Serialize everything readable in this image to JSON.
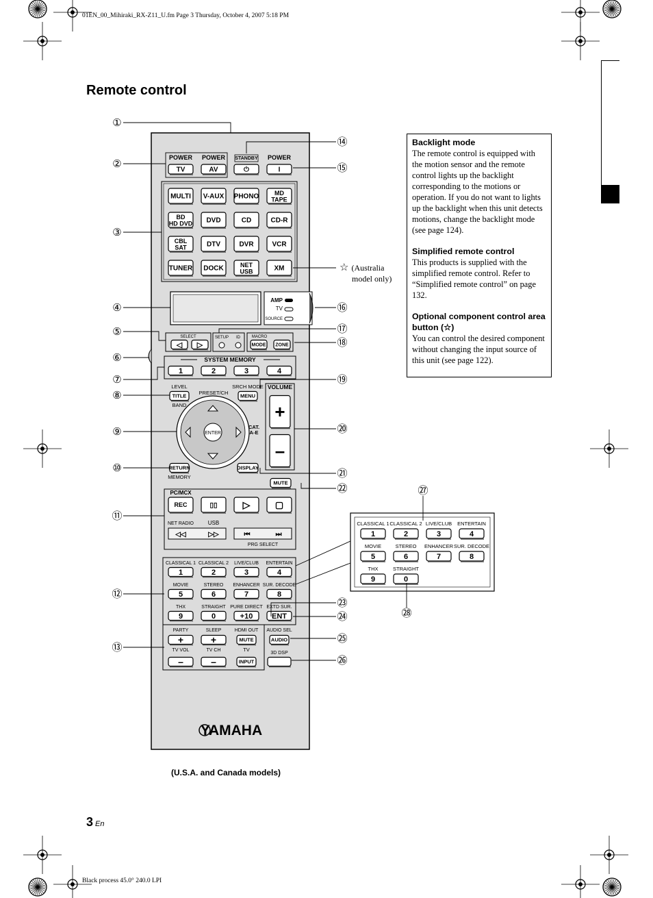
{
  "header": {
    "file_info": "01EN_00_Mihiraki_RX-Z11_U.fm  Page 3  Thursday, October 4, 2007  5:18 PM"
  },
  "footer": {
    "process_info": "Black process 45.0° 240.0 LPI"
  },
  "page": {
    "title": "Remote control",
    "number": "3",
    "lang": "En"
  },
  "caption": "(U.S.A. and Canada models)",
  "note": {
    "star": "☆",
    "line1": "(Australia",
    "line2": "model only)"
  },
  "infobox": {
    "sections": [
      {
        "heading": "Backlight mode",
        "body": "The remote control is equipped with the motion sensor and the remote control lights up the backlight corresponding to the motions or operation. If you do not want to lights up the backlight when this unit detects motions, change the backlight mode (see page 124)."
      },
      {
        "heading": "Simplified remote control",
        "body": "This products is supplied with the simplified remote control. Refer to “Simplified remote control” on page 132."
      },
      {
        "heading": "Optional component control area button (☆)",
        "body": "You can control the desired component without changing the input source of this unit (see page 122)."
      }
    ]
  },
  "callouts": [
    "①",
    "②",
    "③",
    "④",
    "⑤",
    "⑥",
    "⑦",
    "⑧",
    "⑨",
    "⑩",
    "⑪",
    "⑫",
    "⑬",
    "⑭",
    "⑮",
    "⑯",
    "⑰",
    "⑱",
    "⑲",
    "⑳",
    "㉑",
    "㉒",
    "㉓",
    "㉔",
    "㉕",
    "㉖",
    "㉗",
    "㉘"
  ],
  "remote": {
    "power_labels": [
      "POWER",
      "POWER",
      "STANDBY",
      "POWER"
    ],
    "power_buttons": [
      "TV",
      "AV",
      "⏻",
      "I"
    ],
    "input_buttons": [
      [
        "MULTI",
        "V-AUX",
        "PHONO",
        "MD|TAPE"
      ],
      [
        "BD|HD DVD",
        "DVD",
        "CD",
        "CD-R"
      ],
      [
        "CBL|SAT",
        "DTV",
        "DVR",
        "VCR"
      ],
      [
        "TUNER",
        "DOCK",
        "NET|USB",
        "XM"
      ]
    ],
    "indicator_labels": [
      "AMP",
      "TV",
      "SOURCE"
    ],
    "select_label": "SELECT",
    "setup_label": "SETUP",
    "id_label": "ID",
    "macro_label": "MACRO",
    "mode_label": "MODE",
    "zone_label": "ZONE",
    "system_memory_label": "SYSTEM MEMORY",
    "memory_buttons": [
      "1",
      "2",
      "3",
      "4"
    ],
    "level_label": "LEVEL",
    "title_label": "TITLE",
    "band_label": "BAND",
    "preset_label": "PRESET/CH",
    "srch_mode_label": "SRCH MODE",
    "menu_label": "MENU",
    "volume_label": "VOLUME",
    "enter_label": "ENTER",
    "cat_label": "CAT.|A-E",
    "return_label": "RETURN",
    "memory_label": "MEMORY",
    "display_label": "DISPLAY",
    "mute_label": "MUTE",
    "pc_mcx_label": "PC/MCX",
    "rec_label": "REC",
    "net_radio_label": "NET RADIO",
    "usb_label": "USB",
    "prg_select_label": "PRG SELECT",
    "sound_field_rows": [
      {
        "labels": [
          "CLASSICAL 1",
          "CLASSICAL 2",
          "LIVE/CLUB",
          "ENTERTAIN"
        ],
        "keys": [
          "1",
          "2",
          "3",
          "4"
        ]
      },
      {
        "labels": [
          "MOVIE",
          "STEREO",
          "ENHANCER",
          "SUR. DECODE"
        ],
        "keys": [
          "5",
          "6",
          "7",
          "8"
        ]
      },
      {
        "labels": [
          "THX",
          "STRAIGHT",
          "PURE DIRECT",
          "EXTD SUR."
        ],
        "keys": [
          "9",
          "0",
          "+10",
          "ENT"
        ]
      }
    ],
    "bottom_labels": [
      "PARTY",
      "SLEEP",
      "HDMI OUT",
      "AUDIO SEL"
    ],
    "tv_vol_label": "TV VOL",
    "tv_ch_label": "TV CH",
    "tv_label": "TV",
    "input_label": "INPUT",
    "audio_label": "AUDIO",
    "dsp_label": "3D DSP",
    "brand": "YAMAHA"
  },
  "inset": {
    "rows": [
      {
        "labels": [
          "CLASSICAL 1",
          "CLASSICAL 2",
          "LIVE/CLUB",
          "ENTERTAIN"
        ],
        "keys": [
          "1",
          "2",
          "3",
          "4"
        ]
      },
      {
        "labels": [
          "MOVIE",
          "STEREO",
          "ENHANCER",
          "SUR. DECODE"
        ],
        "keys": [
          "5",
          "6",
          "7",
          "8"
        ]
      },
      {
        "labels": [
          "THX",
          "STRAIGHT"
        ],
        "keys": [
          "9",
          "0"
        ]
      }
    ]
  }
}
